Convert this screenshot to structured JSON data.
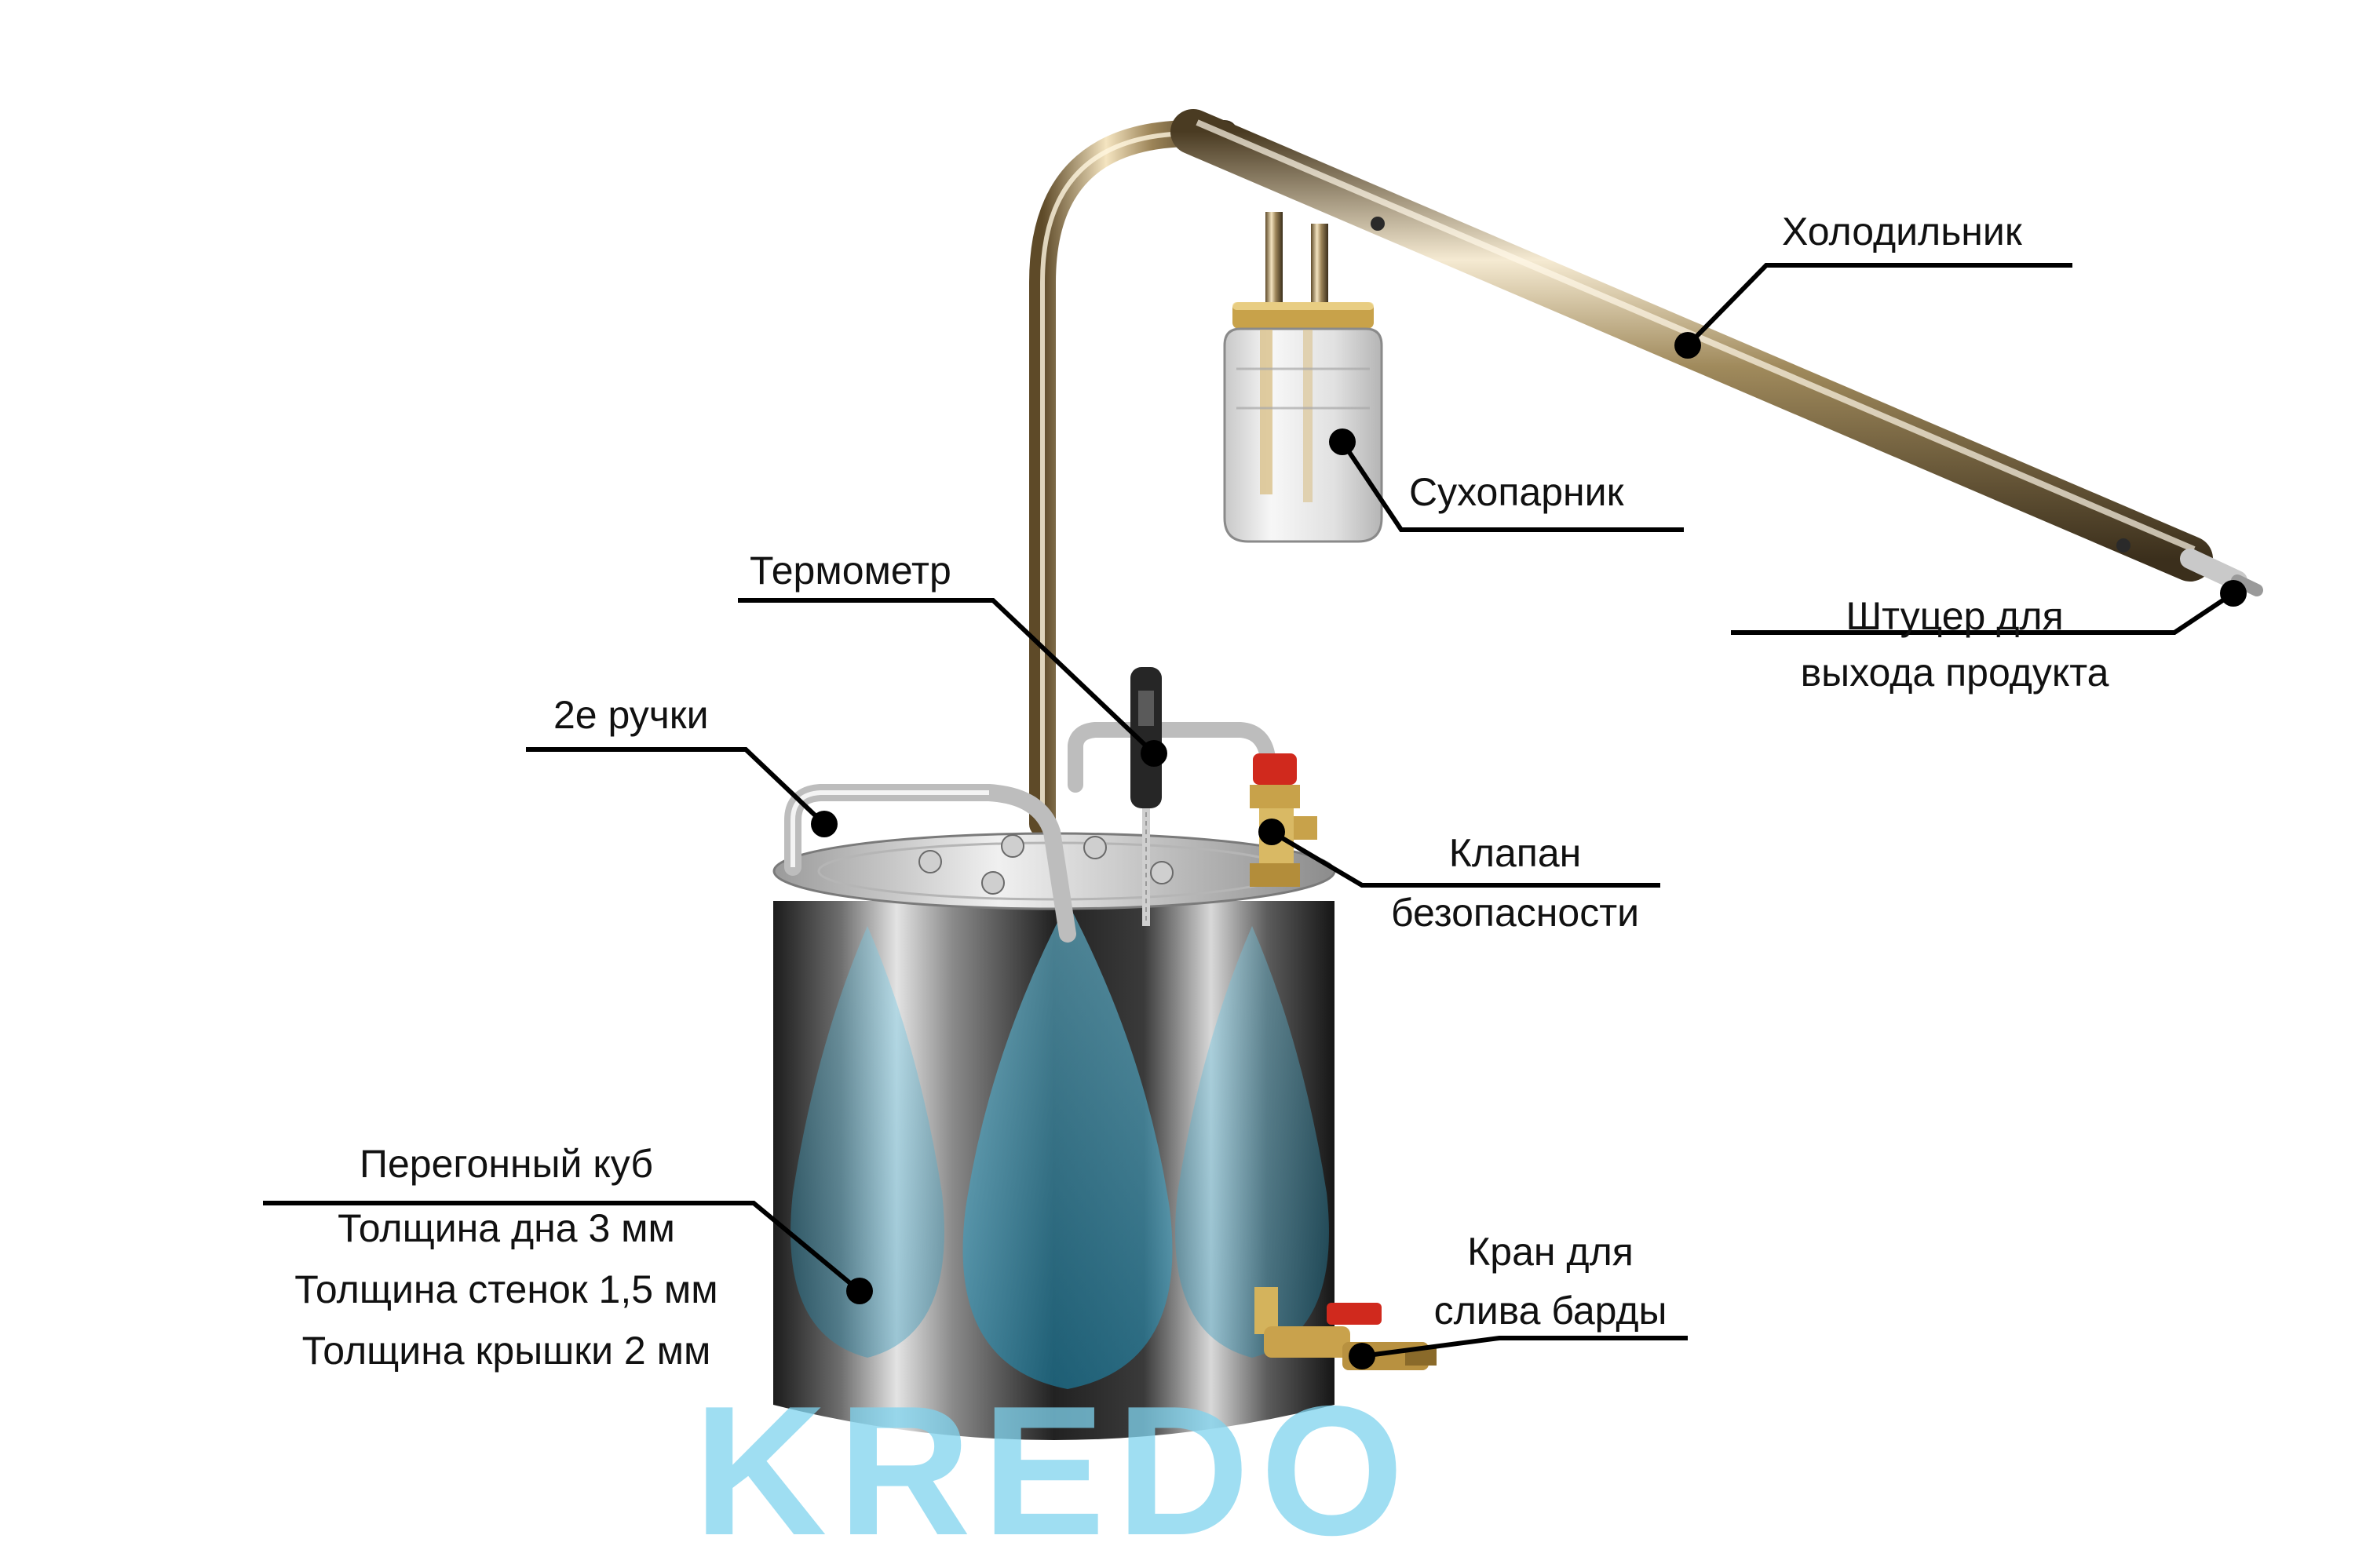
{
  "watermark": {
    "text": "KREDO",
    "color": "#7fd3ee"
  },
  "colors": {
    "leader_line": "#000000",
    "steel_dark": "#2b2b2b",
    "steel_light": "#d9d9d9",
    "brass": "#c8a24a",
    "valve_red": "#d0291d"
  },
  "labels": {
    "condenser": "Холодильник",
    "dry_steamer": "Сухопарник",
    "thermometer": "Термометр",
    "handles": "2е ручки",
    "safety_valve": [
      "Клапан",
      "безопасности"
    ],
    "outlet_fitting": [
      "Штуцер для",
      "выхода продукта"
    ],
    "still_pot": [
      "Перегонный куб",
      "Толщина дна 3 мм",
      "Толщина стенок 1,5 мм",
      "Толщина крышки 2 мм"
    ],
    "drain_tap": [
      "Кран для",
      "слива барды"
    ]
  }
}
